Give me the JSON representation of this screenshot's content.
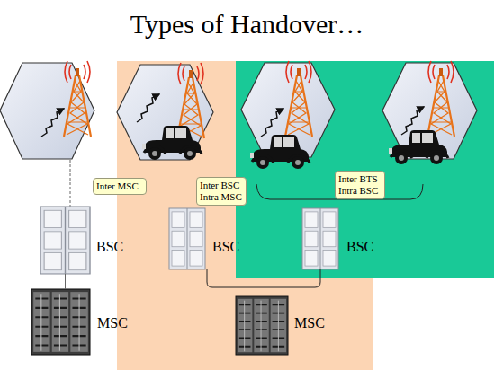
{
  "diagram": {
    "title": "Types of Handover…",
    "nodes": [
      {
        "text": [
          "Inter MSC"
        ]
      },
      {
        "text": [
          "Inter BSC Intra MSC"
        ]
      },
      {
        "text": [
          "Inter BTS Intra BSC"
        ]
      },
      {
        "text": [
          "BSC"
        ]
      },
      {
        "text": [
          "BSC"
        ]
      },
      {
        "text": [
          "BSC"
        ]
      },
      {
        "text": [
          "MSC"
        ]
      },
      {
        "text": [
          "MSC"
        ]
      }
    ],
    "edges": [
      {
        "from": 3,
        "to": 6,
        "arrow": "none"
      },
      {
        "from": 4,
        "to": 5,
        "arrow": "none"
      }
    ]
  }
}
